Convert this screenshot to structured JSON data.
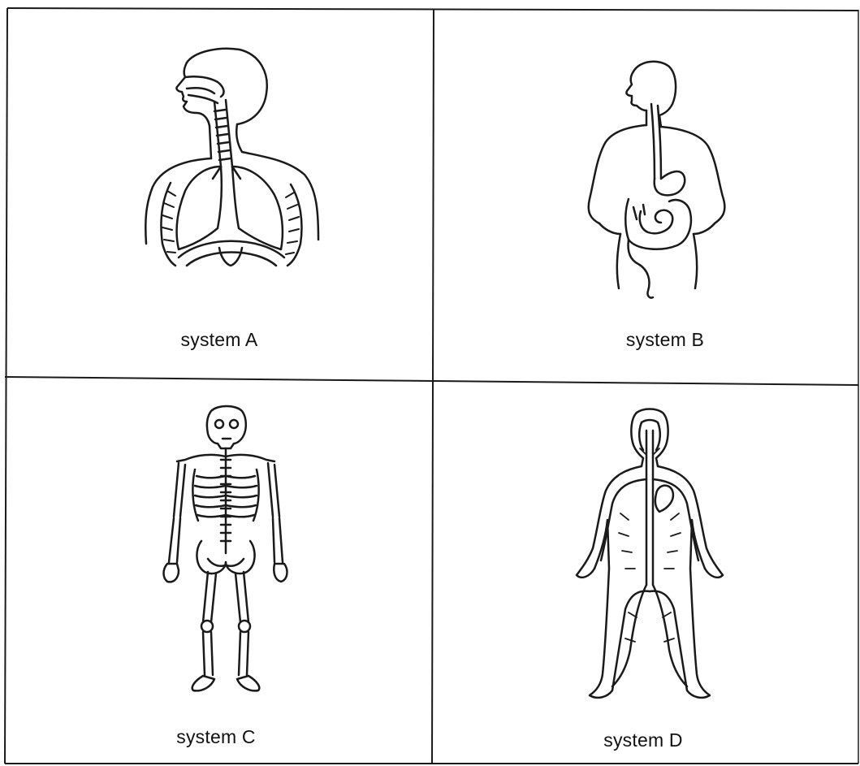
{
  "panels": [
    {
      "id": "A",
      "label": "system A",
      "figure": "respiratory-system-icon"
    },
    {
      "id": "B",
      "label": "system B",
      "figure": "digestive-system-icon"
    },
    {
      "id": "C",
      "label": "system C",
      "figure": "skeletal-system-icon"
    },
    {
      "id": "D",
      "label": "system D",
      "figure": "circulatory-system-icon"
    }
  ],
  "colors": {
    "line": "#1a1a1a",
    "background": "#ffffff"
  }
}
